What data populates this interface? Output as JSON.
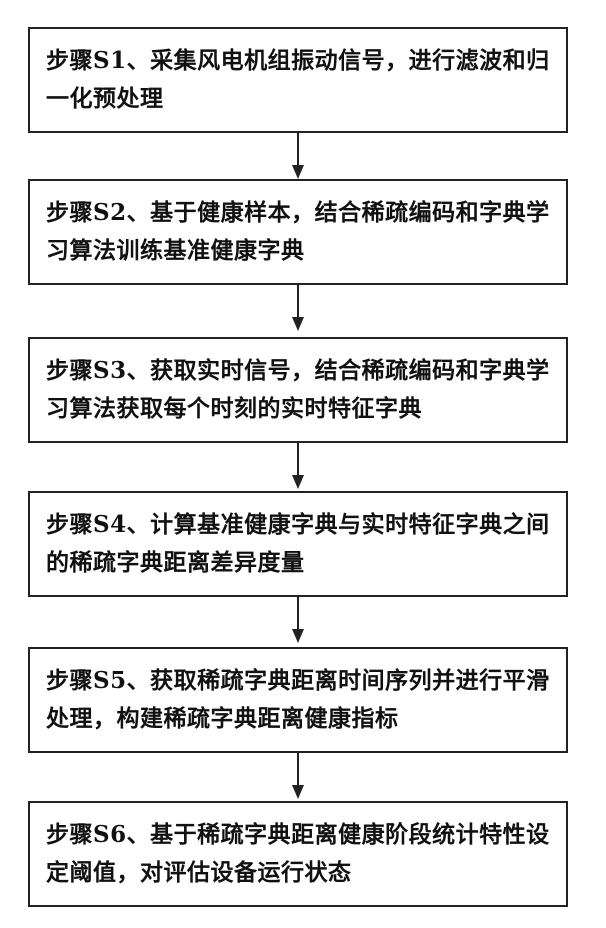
{
  "flowchart": {
    "steps": [
      {
        "label": "步骤S1、采集风电机组振动信号，进行滤波和归一化预处理"
      },
      {
        "label": "步骤S2、基于健康样本，结合稀疏编码和字典学习算法训练基准健康字典"
      },
      {
        "label": "步骤S3、获取实时信号，结合稀疏编码和字典学习算法获取每个时刻的实时特征字典"
      },
      {
        "label": "步骤S4、计算基准健康字典与实时特征字典之间的稀疏字典距离差异度量"
      },
      {
        "label": "步骤S5、获取稀疏字典距离时间序列并进行平滑处理，构建稀疏字典距离健康指标"
      },
      {
        "label": "步骤S6、基于稀疏字典距离健康阶段统计特性设定阈值，对评估设备运行状态"
      }
    ],
    "colors": {
      "border": "#222222",
      "text": "#111111",
      "arrow": "#222222"
    }
  }
}
